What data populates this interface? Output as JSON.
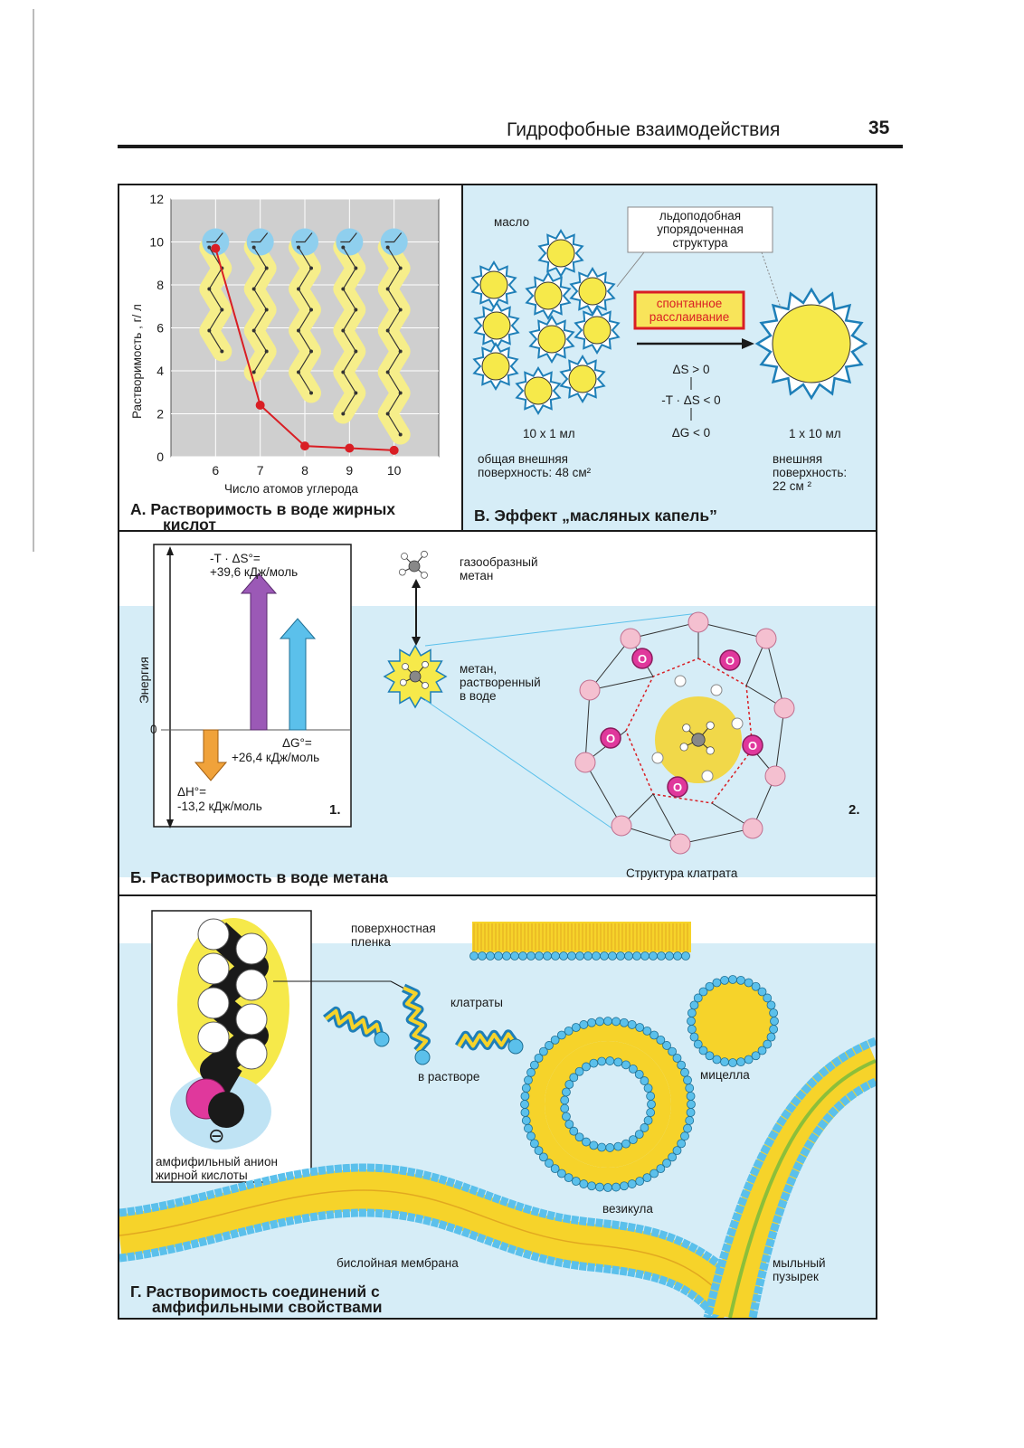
{
  "header": {
    "title": "Гидрофобные взаимодействия",
    "page_number": "35"
  },
  "panel_a": {
    "caption_line1": "А. Растворимость в воде жирных",
    "caption_line2": "кислот",
    "chart_data": {
      "type": "line",
      "xlabel": "Число атомов углерода",
      "ylabel": "Растворимость , г/ л",
      "x": [
        6,
        7,
        8,
        9,
        10
      ],
      "y_ticks": [
        0,
        2,
        4,
        6,
        8,
        10,
        12
      ],
      "ylim": [
        0,
        12
      ],
      "xlim": [
        5,
        11
      ],
      "series": [
        {
          "x": [
            6,
            7,
            8,
            9,
            10
          ],
          "values": [
            9.7,
            2.4,
            0.5,
            0.4,
            0.3
          ]
        }
      ],
      "grid": true,
      "color": "#d91e24"
    }
  },
  "panel_v": {
    "caption": "В. Эффект „масляных капель”",
    "oil_label": "масло",
    "ice_line1": "льдоподобная",
    "ice_line2": "упорядоченная",
    "ice_line3": "структура",
    "box_line1": "спонтанное",
    "box_line2": "расслаивание",
    "eq1": "ΔS > 0",
    "eq2": "-T · ΔS < 0",
    "eq3": "ΔG < 0",
    "left_volume": "10 х 1 мл",
    "right_volume": "1 х 10 мл",
    "left_surface_line1": "общая внешняя",
    "left_surface_line2": "поверхность: 48 см²",
    "right_surface_line1": "внешняя",
    "right_surface_line2": "поверхность:",
    "right_surface_line3": "22 см ²"
  },
  "panel_b": {
    "caption": "Б. Растворимость в воде метана",
    "energy_label": "Энергия",
    "zero": "0",
    "ts_line1": "-T · ΔS°=",
    "ts_line2": "+39,6 кДж/моль",
    "dg_line1": "ΔG°=",
    "dg_line2": "+26,4 кДж/моль",
    "dh_line1": "ΔH°=",
    "dh_line2": "-13,2 кДж/моль",
    "num1": "1.",
    "gas_line1": "газообразный",
    "gas_line2": "метан",
    "diss_line1": "метан,",
    "diss_line2": "растворенный",
    "diss_line3": "в воде",
    "num2": "2.",
    "clathrate_caption": "Структура клатрата",
    "oxygen": "O"
  },
  "panel_g": {
    "caption_line1": "Г. Растворимость соединений с",
    "caption_line2": "амфифильными свойствами",
    "anion_line1": "амфифильный анион",
    "anion_line2": "жирной кислоты",
    "minus": "⊖",
    "film_line1": "поверхностная",
    "film_line2": "пленка",
    "clathrates": "клатраты",
    "in_solution": "в растворе",
    "micelle": "мицелла",
    "vesicle": "везикула",
    "bilayer": "бислойная мембрана",
    "bubble_line1": "мыльный",
    "bubble_line2": "пузырек"
  },
  "colors": {
    "water": "#d6edf7",
    "oil": "#f6e94a",
    "red": "#d91e24",
    "purple": "#9b59b6",
    "cyan": "#5bc0eb",
    "orange": "#f0a23a",
    "pink": "#f4c0d0",
    "magenta": "#e0389c"
  }
}
